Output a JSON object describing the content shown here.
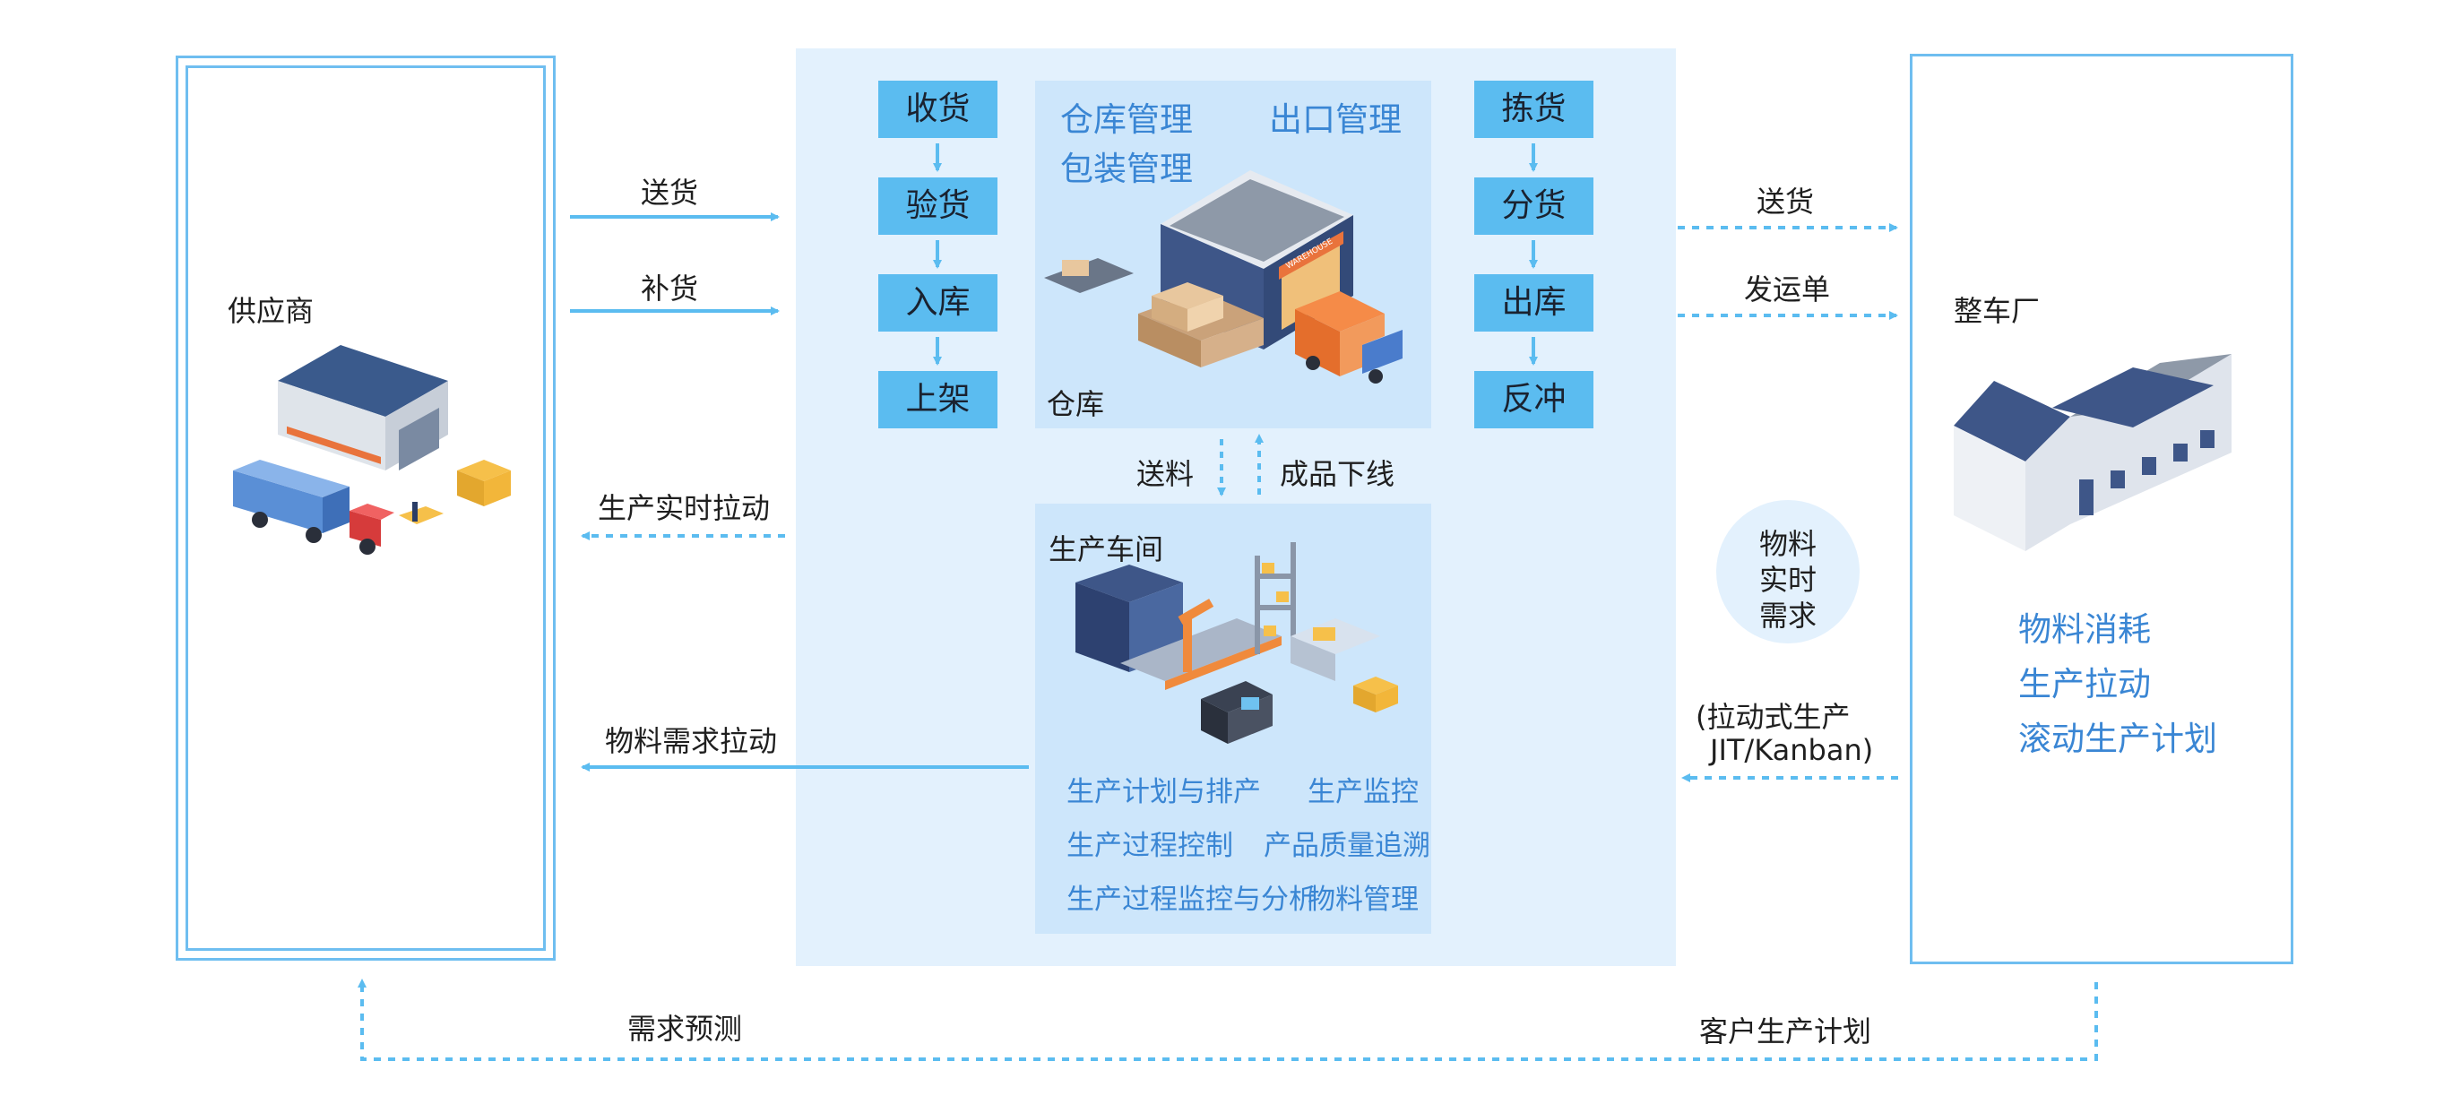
{
  "supplier": {
    "title": "供应商"
  },
  "oem": {
    "title": "整车厂",
    "items": [
      "物料消耗",
      "生产拉动",
      "滚动生产计划"
    ]
  },
  "warehouse": {
    "inbound_steps": [
      "收货",
      "验货",
      "入库",
      "上架"
    ],
    "outbound_steps": [
      "拣货",
      "分货",
      "出库",
      "反冲"
    ],
    "functions": [
      "仓库管理",
      "出口管理",
      "包装管理"
    ],
    "label": "仓库",
    "sign": "WAREHOUSE"
  },
  "workshop": {
    "title": "生产车间",
    "functions": [
      "生产计划与排产",
      "生产监控",
      "生产过程控制",
      "产品质量追溯",
      "生产过程监控与分析",
      "物料管理"
    ]
  },
  "flows": {
    "deliver_left": "送货",
    "replenish": "补货",
    "realtime_pull": "生产实时拉动",
    "material_pull": "物料需求拉动",
    "feed": "送料",
    "finished_offline": "成品下线",
    "deliver_right": "送货",
    "waybill": "发运单",
    "material_demand": [
      "物料",
      "实时",
      "需求"
    ],
    "pull_production": "(拉动式生产",
    "jit_kanban": "JIT/Kanban)",
    "demand_forecast": "需求预测",
    "customer_plan": "客户生产计划"
  },
  "colors": {
    "accent": "#5bbcf0",
    "panel": "#e3f1fd",
    "inner_panel": "#cde6fb",
    "frame": "#5fb6ec",
    "text_blue": "#3a86d4"
  }
}
